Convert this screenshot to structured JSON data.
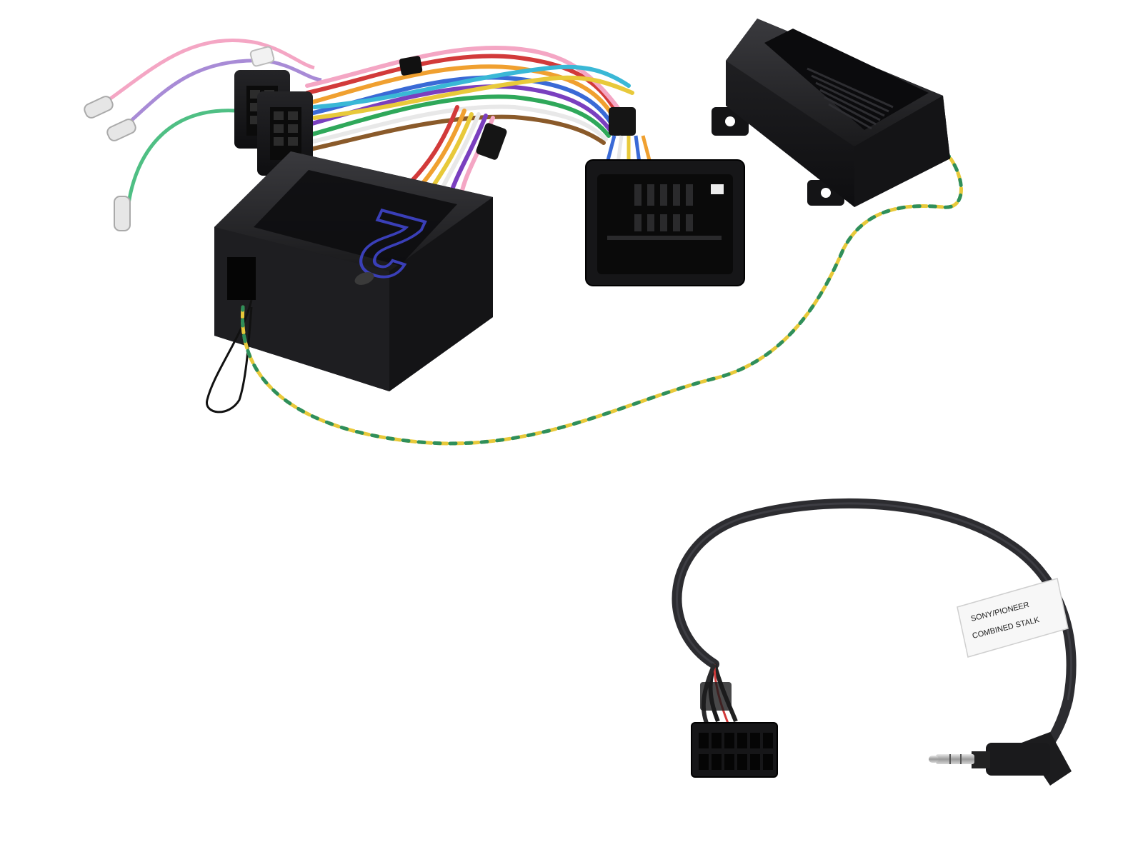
{
  "stalk_lead": {
    "label_line1": "SONY/PIONEER",
    "label_line2": "COMBINED STALK"
  },
  "interface_box": {
    "logo_glyph": "2"
  },
  "colors": {
    "housing": "#1c1c1e",
    "housing_top": "#2a2a2d",
    "logo_blue": "#3a3fb8",
    "wire_yellow": "#e8c93a",
    "wire_green": "#2f8f5a",
    "background": "#ffffff"
  }
}
